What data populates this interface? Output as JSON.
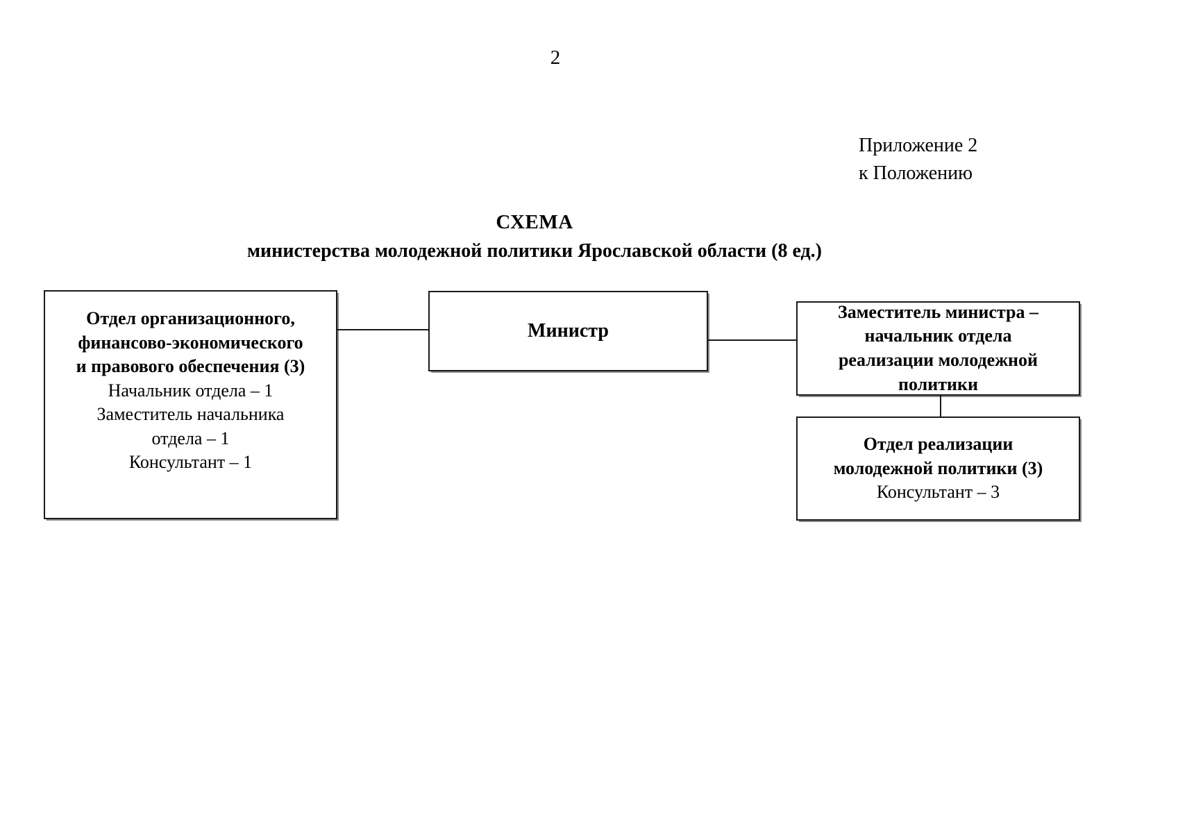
{
  "document": {
    "page_number": "2",
    "appendix": {
      "line1": "Приложение 2",
      "line2": "к Положению"
    },
    "title": {
      "main": "СХЕМА",
      "subtitle": "министерства молодежной политики Ярославской области (8 ед.)"
    }
  },
  "chart_data": {
    "type": "diagram",
    "title": "СХЕМА министерства молодежной политики Ярославской области (8 ед.)",
    "total_units": 8,
    "nodes": [
      {
        "id": "minister",
        "label": "Министр",
        "lines": [
          {
            "text": "Министр",
            "bold": true
          }
        ]
      },
      {
        "id": "org-department",
        "label": "Отдел организационного, финансово-экономического и правового обеспечения (3)",
        "units": 3,
        "lines": [
          {
            "text": "Отдел организационного,",
            "bold": true
          },
          {
            "text": "финансово-экономического",
            "bold": true
          },
          {
            "text": "и правового обеспечения (3)",
            "bold": true
          },
          {
            "text": "Начальник отдела – 1",
            "bold": false
          },
          {
            "text": "Заместитель начальника",
            "bold": false
          },
          {
            "text": "отдела – 1",
            "bold": false
          },
          {
            "text": "Консультант – 1",
            "bold": false
          }
        ]
      },
      {
        "id": "deputy-minister",
        "label": "Заместитель министра – начальник отдела реализации молодежной политики",
        "lines": [
          {
            "text": "Заместитель министра –",
            "bold": true
          },
          {
            "text": "начальник отдела",
            "bold": true
          },
          {
            "text": "реализации молодежной",
            "bold": true
          },
          {
            "text": "политики",
            "bold": true
          }
        ]
      },
      {
        "id": "implementation-department",
        "label": "Отдел реализации молодежной политики (3)",
        "units": 3,
        "lines": [
          {
            "text": "Отдел реализации",
            "bold": true
          },
          {
            "text": "молодежной политики (3)",
            "bold": true
          },
          {
            "text": "Консультант – 3",
            "bold": false
          }
        ]
      }
    ],
    "edges": [
      {
        "from": "org-department",
        "to": "minister",
        "style": "horizontal"
      },
      {
        "from": "minister",
        "to": "deputy-minister",
        "style": "horizontal"
      },
      {
        "from": "deputy-minister",
        "to": "implementation-department",
        "style": "vertical"
      }
    ]
  }
}
